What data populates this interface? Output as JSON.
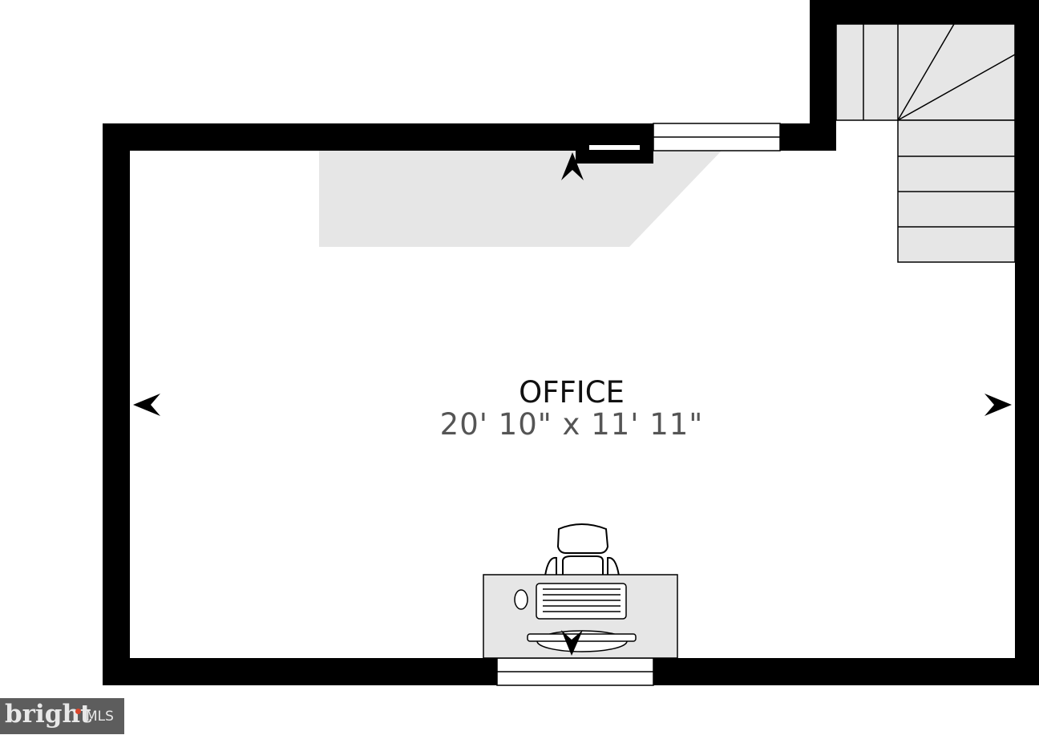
{
  "room": {
    "name": "OFFICE",
    "dimensions": "20' 10\" x 11' 11\""
  },
  "logo": {
    "brand": "bright",
    "suffix": "MLS"
  },
  "colors": {
    "wall": "#000000",
    "fill": "#e6e6e6",
    "text_dims": "#555555",
    "logo_bg": "#5d5d5d",
    "logo_dot": "#d9452b"
  }
}
